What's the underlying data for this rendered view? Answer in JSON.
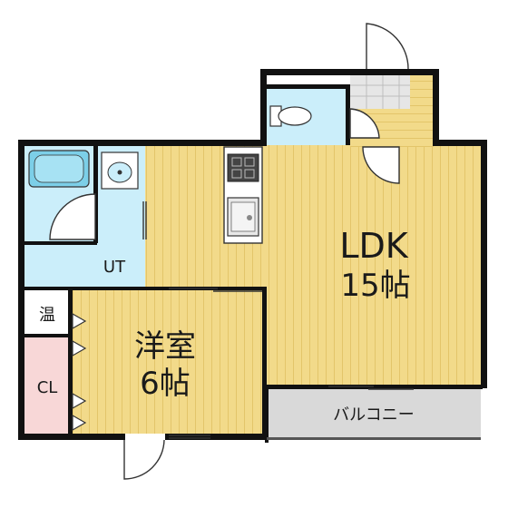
{
  "rooms": {
    "ldk": {
      "name": "LDK",
      "size": "15帖"
    },
    "western": {
      "name": "洋室",
      "size": "6帖"
    },
    "balcony": {
      "name": "バルコニー"
    },
    "utility": {
      "name": "UT"
    },
    "water_heater": {
      "name": "温"
    },
    "closet": {
      "name": "CL"
    }
  },
  "colors": {
    "wood_floor": "#f2da8a",
    "wood_stripe": "#e3c56a",
    "wet_area": "#cbeefa",
    "balcony": "#d9d9d9",
    "closet": "#f8d7d7",
    "wall": "#111111",
    "fixture": "#7ccfe8",
    "fixture_light": "#a7e2f3"
  }
}
